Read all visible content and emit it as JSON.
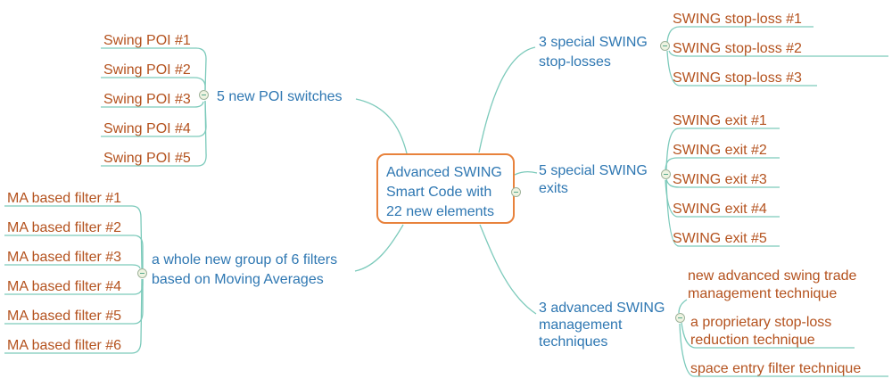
{
  "center": {
    "label": "Advanced SWING\nSmart Code with\n22 new elements"
  },
  "branches": [
    {
      "label": "5 new POI switches",
      "children": [
        "Swing POI #1",
        "Swing POI #2",
        "Swing POI #3",
        "Swing POI #4",
        "Swing POI #5"
      ]
    },
    {
      "label": "a whole new group of 6 filters\nbased on Moving Averages",
      "children": [
        "MA based filter #1",
        "MA based filter #2",
        "MA based filter #3",
        "MA based filter #4",
        "MA based filter #5",
        "MA based filter #6"
      ]
    },
    {
      "label": "3 special SWING\nstop-losses",
      "children": [
        "SWING stop-loss #1",
        "SWING stop-loss #2",
        "SWING stop-loss #3"
      ]
    },
    {
      "label": "5 special SWING\nexits",
      "children": [
        "SWING exit #1",
        "SWING exit #2",
        "SWING exit #3",
        "SWING exit #4",
        "SWING exit #5"
      ]
    },
    {
      "label": "3 advanced SWING\nmanagement\ntechniques",
      "children": [
        "new advanced swing trade\nmanagement technique",
        "a proprietary stop-loss\nreduction technique",
        "space entry filter technique"
      ]
    }
  ],
  "colors": {
    "branch_label": "#2e77b2",
    "subtopic_label": "#b4521e",
    "center_border": "#e8823c",
    "connector_line": "#7ccabb"
  },
  "icons": {
    "collapse": "minus-in-circle"
  }
}
